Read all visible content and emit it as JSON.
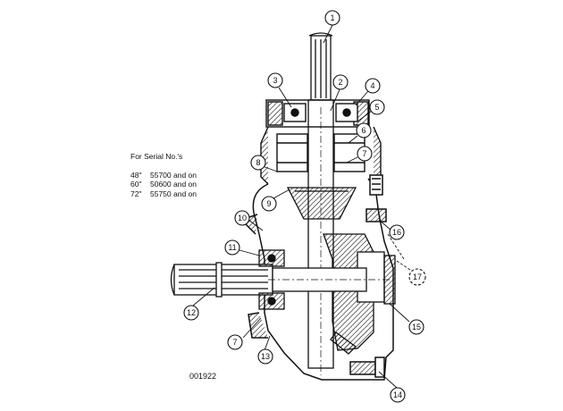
{
  "serial_info": {
    "title": "For Serial No.'s",
    "rows": [
      {
        "size": "48\"",
        "serial": "55700 and on"
      },
      {
        "size": "60\"",
        "serial": "50600 and on"
      },
      {
        "size": "72\"",
        "serial": "55750 and on"
      }
    ]
  },
  "drawing_number": "001922",
  "callouts": [
    "1",
    "2",
    "3",
    "4",
    "5",
    "6",
    "7",
    "8",
    "9",
    "10",
    "11",
    "12",
    "7",
    "13",
    "14",
    "15",
    "16",
    "17"
  ]
}
